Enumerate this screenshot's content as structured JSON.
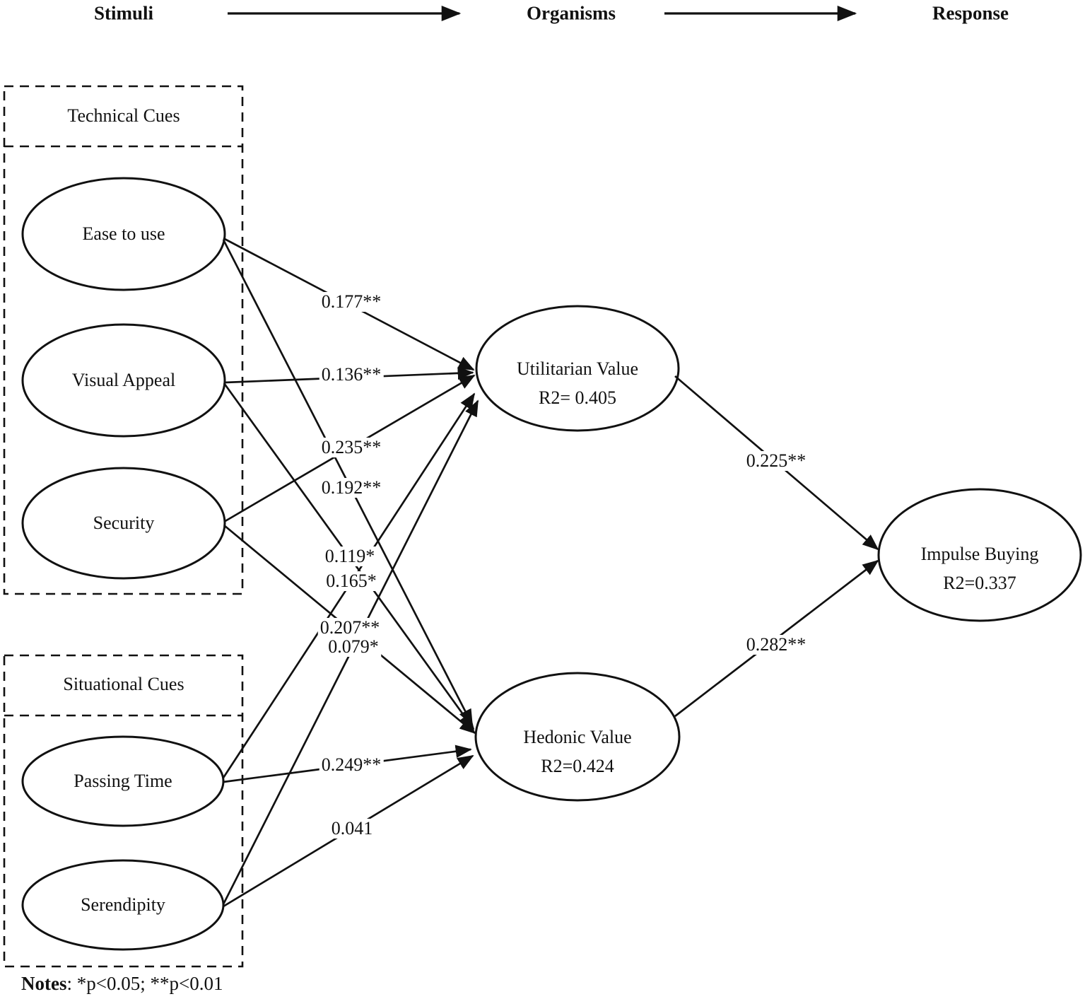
{
  "header": {
    "stimuli": "Stimuli",
    "organisms": "Organisms",
    "response": "Response"
  },
  "groups": {
    "technical": "Technical Cues",
    "situational": "Situational Cues"
  },
  "nodes": {
    "ease": {
      "label": "Ease to use"
    },
    "visual": {
      "label": "Visual Appeal"
    },
    "security": {
      "label": "Security"
    },
    "passing": {
      "label": "Passing Time"
    },
    "serendipity": {
      "label": "Serendipity"
    },
    "utilitarian": {
      "label": "Utilitarian Value",
      "r2": "R2= 0.405"
    },
    "hedonic": {
      "label": "Hedonic Value",
      "r2": "R2=0.424"
    },
    "impulse": {
      "label": "Impulse Buying",
      "r2": "R2=0.337"
    }
  },
  "edges": [
    {
      "from": "Ease to use",
      "to": "Utilitarian Value",
      "coef": "0.177**"
    },
    {
      "from": "Visual Appeal",
      "to": "Utilitarian Value",
      "coef": "0.136**"
    },
    {
      "from": "Security",
      "to": "Utilitarian Value",
      "coef": "0.235**"
    },
    {
      "from": "Ease to use",
      "to": "Hedonic Value",
      "coef": "0.192**"
    },
    {
      "from": "Visual Appeal",
      "to": "Hedonic Value",
      "coef": "0.119*"
    },
    {
      "from": "Passing Time",
      "to": "Utilitarian Value",
      "coef": "0.165*"
    },
    {
      "from": "Security",
      "to": "Hedonic Value",
      "coef": "0.207**"
    },
    {
      "from": "Serendipity",
      "to": "Utilitarian Value",
      "coef": "0.079*"
    },
    {
      "from": "Passing Time",
      "to": "Hedonic Value",
      "coef": "0.249**"
    },
    {
      "from": "Serendipity",
      "to": "Hedonic Value",
      "coef": "0.041"
    },
    {
      "from": "Utilitarian Value",
      "to": "Impulse Buying",
      "coef": "0.225**"
    },
    {
      "from": "Hedonic Value",
      "to": "Impulse Buying",
      "coef": "0.282**"
    }
  ],
  "notes": {
    "label": "Notes",
    "text": ": *p<0.05; **p<0.01"
  },
  "colors": {
    "line": "#111111",
    "background": "#ffffff"
  }
}
